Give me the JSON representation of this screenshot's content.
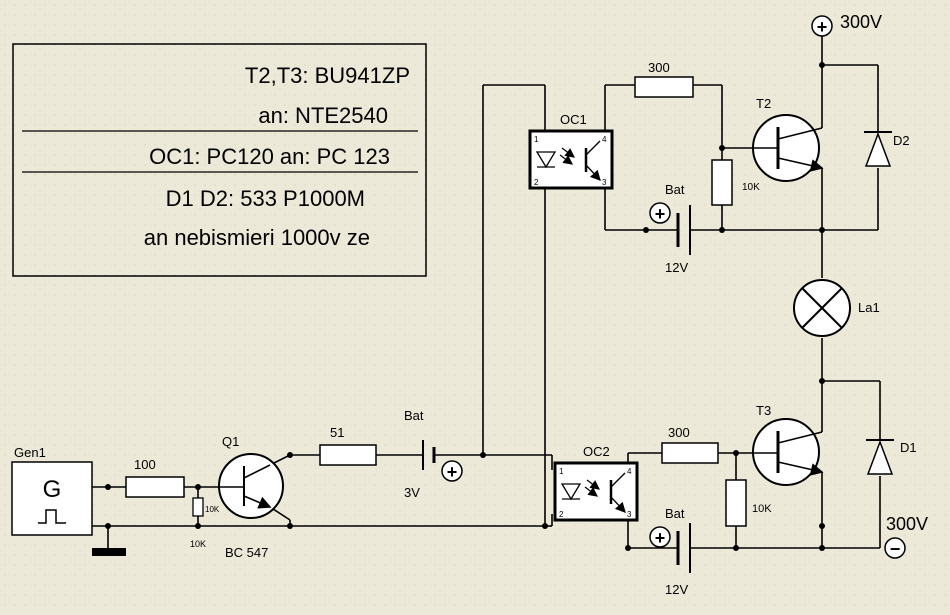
{
  "notes": {
    "line1": "T2,T3:  BU941ZP",
    "line2": "an: NTE2540",
    "line3": "OC1:   PC120 an: PC 123",
    "line4": "D1 D2: 533 P1000M",
    "line5": "an nebismieri 1000v ze"
  },
  "components": {
    "gen1_label": "Gen1",
    "gen1_letter": "G",
    "r100_label": "100",
    "r10k_small_label": "10K",
    "r10k_small_body": "10K",
    "q1_label": "Q1",
    "q1_part": "BC 547",
    "r51_label": "51",
    "bat3v_label": "Bat",
    "bat3v_value": "3V",
    "oc1_label": "OC1",
    "oc2_label": "OC2",
    "pin1": "1",
    "pin2": "2",
    "pin3": "3",
    "pin4": "4",
    "r300_top_label": "300",
    "r300_bot_label": "300",
    "r10k_top_label": "10K",
    "r10k_bot_label": "10K",
    "bat_top_label": "Bat",
    "bat_top_value": "12V",
    "bat_bot_label": "Bat",
    "bat_bot_value": "12V",
    "t2_label": "T2",
    "t3_label": "T3",
    "d2_label": "D2",
    "d1_label": "D1",
    "la1_label": "La1",
    "v_top": "300V",
    "v_bot": "300V",
    "plus_sym": "+",
    "minus_sym": "−"
  }
}
